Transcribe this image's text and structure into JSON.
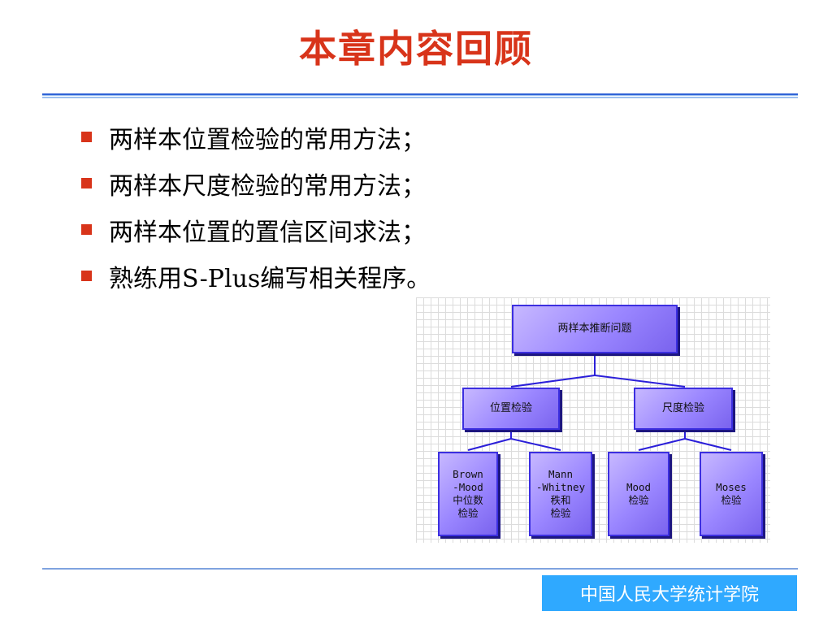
{
  "slide": {
    "title": "本章内容回顾",
    "bullets": [
      "两样本位置检验的常用方法；",
      "两样本尺度检验的常用方法；",
      "两样本位置的置信区间求法；",
      "熟练用S-Plus编写相关程序。"
    ],
    "footer": "中国人民大学统计学院",
    "accent_color": "#d8341a"
  },
  "diagram": {
    "root": "两样本推断问题",
    "branches": [
      {
        "label": "位置检验",
        "children": [
          "Brown\n-Mood\n中位数\n检验",
          "Mann\n-Whitney\n秩和\n检验"
        ]
      },
      {
        "label": "尺度检验",
        "children": [
          "Mood\n检验",
          "Moses\n检验"
        ]
      }
    ]
  }
}
